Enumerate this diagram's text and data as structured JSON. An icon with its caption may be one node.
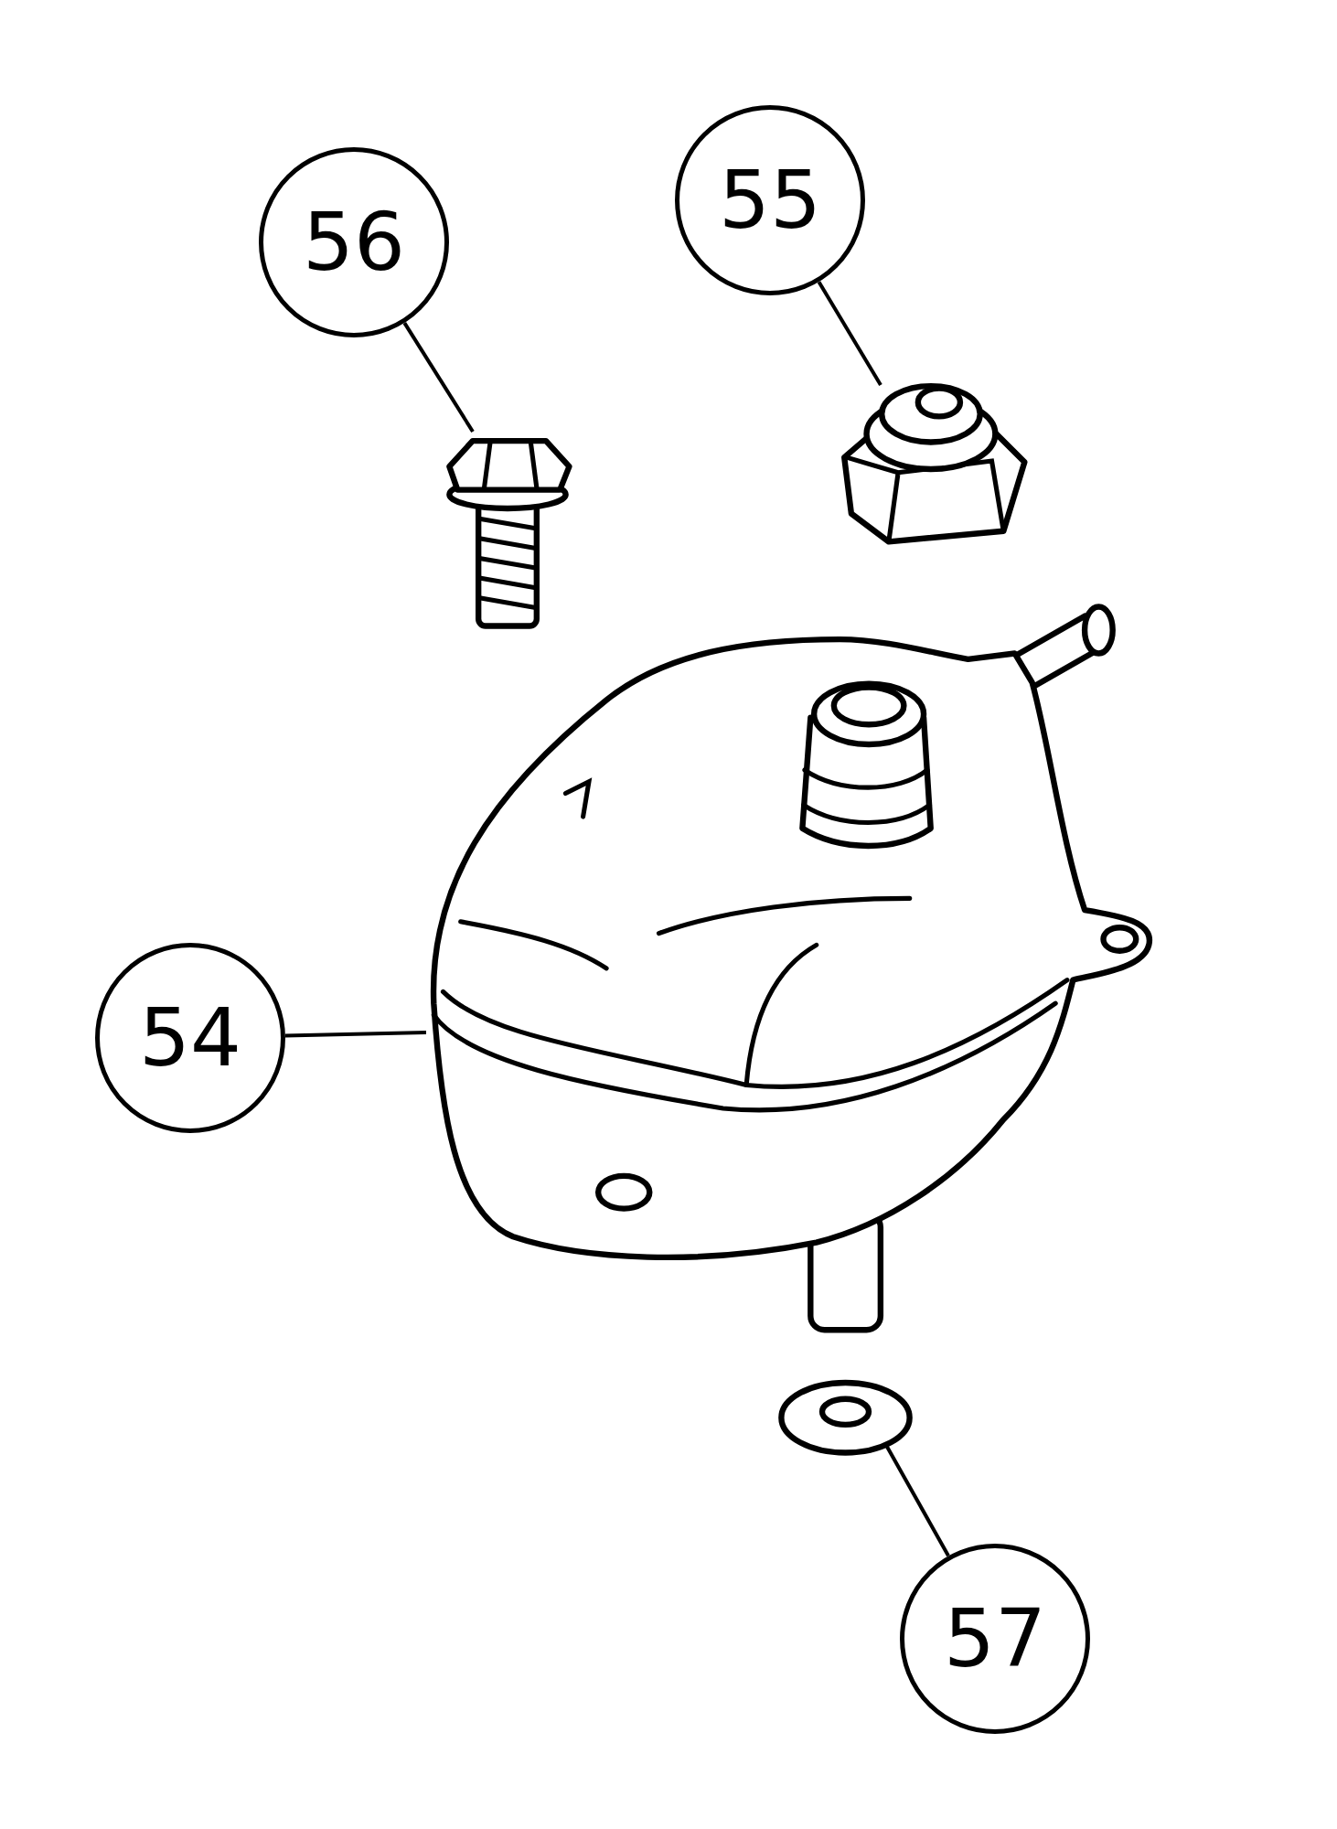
{
  "diagram": {
    "nodes": [
      {
        "text": [
          "56"
        ]
      },
      {
        "text": [],
        "shape": "picture"
      },
      {
        "text": [
          "55"
        ]
      },
      {
        "text": [],
        "shape": "picture"
      },
      {
        "text": [
          "54"
        ]
      },
      {
        "text": [],
        "shape": "picture"
      },
      {
        "text": [],
        "shape": "picture"
      },
      {
        "text": [
          "57"
        ]
      }
    ],
    "edges": [
      {
        "from": 0,
        "to": 1,
        "arrow": "none"
      },
      {
        "from": 2,
        "to": 3,
        "arrow": "none"
      },
      {
        "from": 4,
        "to": 5,
        "arrow": "none"
      },
      {
        "from": 7,
        "to": 6,
        "arrow": "none"
      }
    ]
  }
}
